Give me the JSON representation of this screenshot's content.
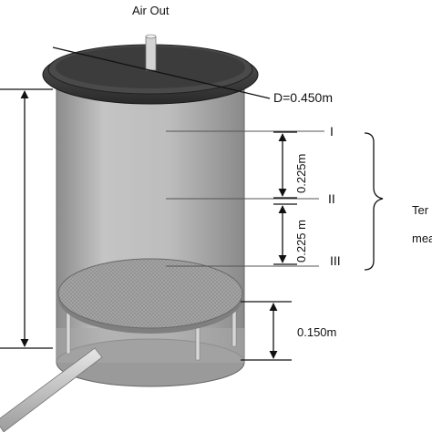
{
  "labels": {
    "air_out": "Air Out",
    "diameter": "D=0.450m",
    "section_1": "I",
    "section_2": "II",
    "section_3": "III",
    "spacing_upper": "0.225m",
    "spacing_lower": "0.225 m",
    "plate_height": "0.150m",
    "side_label_line1": "Ter",
    "side_label_line2": "mea"
  },
  "colors": {
    "cylinder_body": "#b8b8b8",
    "cylinder_shadow": "#8f8f8f",
    "lid": "#3a3a3a",
    "plate": "#9a9a9a",
    "pipe": "#cfcfcf"
  }
}
